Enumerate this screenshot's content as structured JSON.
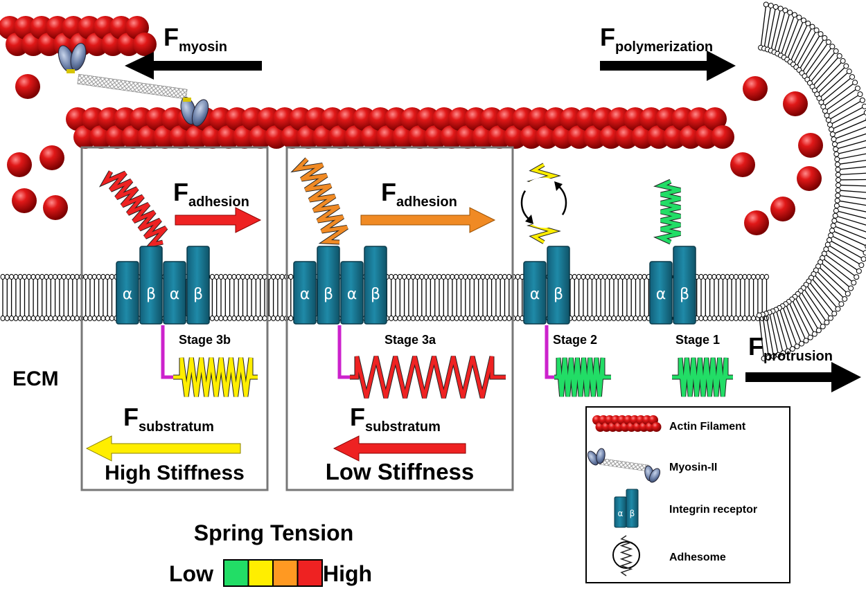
{
  "forces": {
    "myosin": {
      "f": "F",
      "sub": "myosin"
    },
    "polymerization": {
      "f": "F",
      "sub": "polymerization"
    },
    "adhesion_3b": {
      "f": "F",
      "sub": "adhesion"
    },
    "adhesion_3a": {
      "f": "F",
      "sub": "adhesion"
    },
    "protrusion": {
      "f": "F",
      "sub": "protrusion"
    },
    "substratum_3b": {
      "f": "F",
      "sub": "substratum"
    },
    "substratum_3a": {
      "f": "F",
      "sub": "substratum"
    }
  },
  "integrin": {
    "alpha": "α",
    "beta": "β"
  },
  "stages": {
    "s3b": "Stage 3b",
    "s3a": "Stage 3a",
    "s2": "Stage 2",
    "s1": "Stage 1"
  },
  "ecm": "ECM",
  "stiffness": {
    "high": "High Stiffness",
    "low": "Low Stiffness"
  },
  "tension_scale": {
    "title": "Spring Tension",
    "low": "Low",
    "high": "High",
    "colors": [
      "#22dd66",
      "#ffee00",
      "#ff9922",
      "#ee2222"
    ]
  },
  "legend": {
    "actin": "Actin Filament",
    "myosin": "Myosin-II",
    "integrin": "Integrin receptor",
    "adhesome": "Adhesome"
  },
  "colors": {
    "actin": "#cc1111",
    "integrin": "#1c7f9e",
    "linker": "#cc22cc",
    "arrow_black": "#000000",
    "arrow_red": "#ee2222",
    "arrow_orange": "#f08a24",
    "arrow_yellow": "#ffee00"
  }
}
